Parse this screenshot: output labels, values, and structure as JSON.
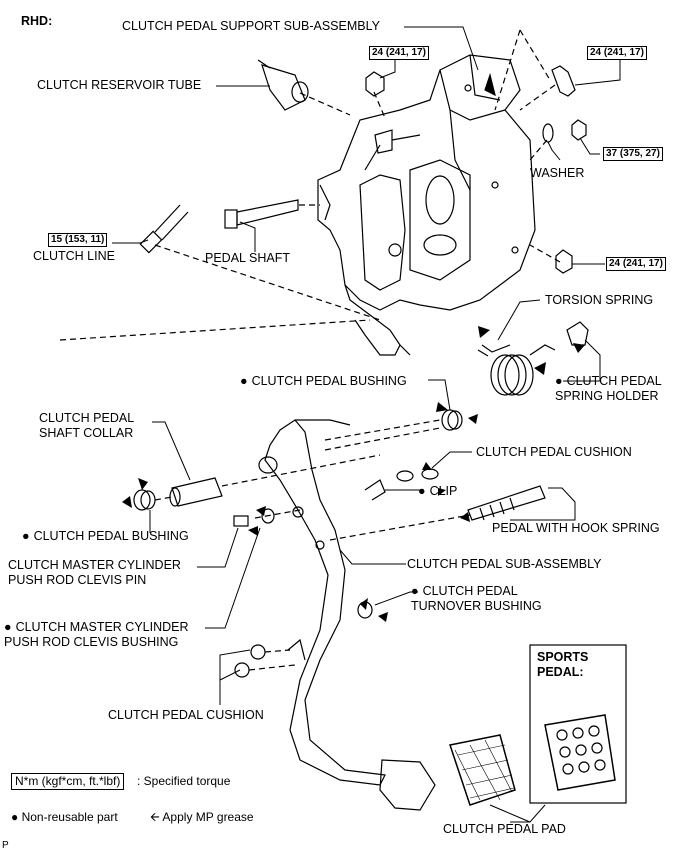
{
  "header": {
    "rhd": "RHD:"
  },
  "torques": {
    "support_bolt_top": "24 (241, 17)",
    "support_bolt_right": "24 (241, 17)",
    "nut_washer": "37 (375, 27)",
    "nut_lower": "24 (241, 17)",
    "clutch_line": "15 (153, 11)"
  },
  "labels": {
    "support_sub_assembly": "CLUTCH PEDAL SUPPORT SUB-ASSEMBLY",
    "reservoir_tube": "CLUTCH RESERVOIR TUBE",
    "washer": "WASHER",
    "clutch_line": "CLUTCH LINE",
    "pedal_shaft": "PEDAL SHAFT",
    "torsion_spring": "TORSION SPRING",
    "spring_holder": "CLUTCH PEDAL\nSPRING HOLDER",
    "pedal_bushing_upper": "CLUTCH PEDAL BUSHING",
    "shaft_collar": "CLUTCH PEDAL\nSHAFT COLLAR",
    "pedal_cushion_upper": "CLUTCH PEDAL CUSHION",
    "clip": "CLIP",
    "pedal_bushing_lower": "CLUTCH PEDAL BUSHING",
    "hook_spring": "PEDAL WITH HOOK SPRING",
    "clevis_pin": "CLUTCH MASTER CYLINDER\nPUSH ROD CLEVIS PIN",
    "pedal_sub_assembly": "CLUTCH PEDAL SUB-ASSEMBLY",
    "turnover_bushing": "CLUTCH PEDAL\nTURNOVER BUSHING",
    "clevis_bushing": "CLUTCH MASTER CYLINDER\nPUSH ROD CLEVIS BUSHING",
    "pedal_cushion_lower": "CLUTCH PEDAL CUSHION",
    "sports_pedal": "SPORTS\nPEDAL:",
    "pedal_pad": "CLUTCH PEDAL PAD"
  },
  "legend": {
    "torque_unit": "N*m (kgf*cm, ft.*lbf)",
    "torque_desc": ": Specified torque",
    "non_reusable": "Non-reusable part",
    "mp_grease": "Apply MP grease"
  },
  "footer": {
    "code": "P"
  }
}
